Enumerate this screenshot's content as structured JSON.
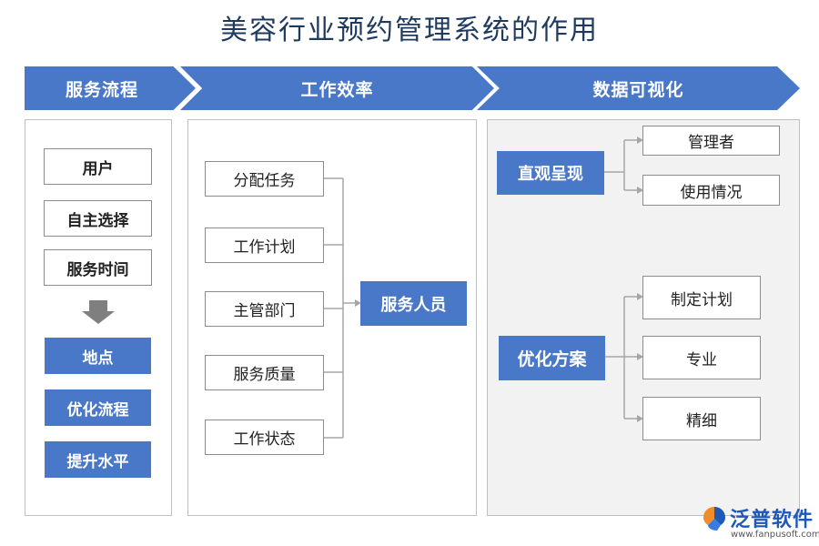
{
  "title": "美容行业预约管理系统的作用",
  "headers": [
    "服务流程",
    "工作效率",
    "数据可视化"
  ],
  "col1": {
    "outline_items": [
      "用户",
      "自主选择",
      "服务时间"
    ],
    "filled_items": [
      "地点",
      "优化流程",
      "提升水平"
    ]
  },
  "col2": {
    "left_items": [
      "分配任务",
      "工作计划",
      "主管部门",
      "服务质量",
      "工作状态"
    ],
    "center": "服务人员"
  },
  "col3": {
    "group1": {
      "center": "直观呈现",
      "items": [
        "管理者",
        "使用情况"
      ]
    },
    "group2": {
      "center": "优化方案",
      "items": [
        "制定计划",
        "专业",
        "精细"
      ]
    }
  },
  "logo": {
    "name": "泛普软件",
    "url": "www.fanpusoft.com"
  },
  "colors": {
    "accent": "#4a78c8",
    "title": "#1f3a5f",
    "line": "#a6a6a6",
    "logo": "#1e58b8"
  }
}
